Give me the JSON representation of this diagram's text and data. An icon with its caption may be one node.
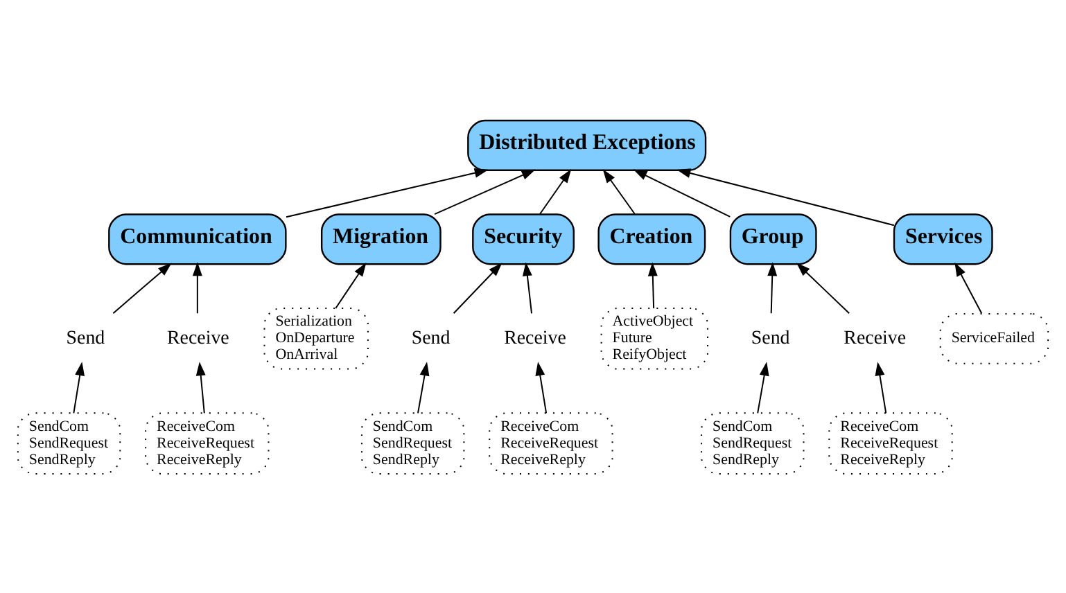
{
  "diagram": {
    "nodes": [
      {
        "text": [
          "Distributed Exceptions"
        ]
      },
      {
        "text": [
          "Communication"
        ]
      },
      {
        "text": [
          "Migration"
        ]
      },
      {
        "text": [
          "Security"
        ]
      },
      {
        "text": [
          "Creation"
        ]
      },
      {
        "text": [
          "Group"
        ]
      },
      {
        "text": [
          "Services"
        ]
      },
      {
        "text": [
          "Send"
        ]
      },
      {
        "text": [
          "Receive"
        ]
      },
      {
        "text": [
          "Serialization",
          "OnDeparture",
          "OnArrival"
        ]
      },
      {
        "text": [
          "Send"
        ]
      },
      {
        "text": [
          "Receive"
        ]
      },
      {
        "text": [
          "ActiveObject",
          "Future",
          "ReifyObject"
        ]
      },
      {
        "text": [
          "Send"
        ]
      },
      {
        "text": [
          "Receive"
        ]
      },
      {
        "text": [
          "ServiceFailed"
        ]
      },
      {
        "text": [
          "SendCom",
          "SendRequest",
          "SendReply"
        ]
      },
      {
        "text": [
          "ReceiveCom",
          "ReceiveRequest",
          "ReceiveReply"
        ]
      },
      {
        "text": [
          "SendCom",
          "SendRequest",
          "SendReply"
        ]
      },
      {
        "text": [
          "ReceiveCom",
          "ReceiveRequest",
          "ReceiveReply"
        ]
      },
      {
        "text": [
          "SendCom",
          "SendRequest",
          "SendReply"
        ]
      },
      {
        "text": [
          "ReceiveCom",
          "ReceiveRequest",
          "ReceiveReply"
        ]
      }
    ],
    "edges": [
      {
        "from": 1,
        "to": 0,
        "arrow": "to"
      },
      {
        "from": 2,
        "to": 0,
        "arrow": "to"
      },
      {
        "from": 3,
        "to": 0,
        "arrow": "to"
      },
      {
        "from": 4,
        "to": 0,
        "arrow": "to"
      },
      {
        "from": 5,
        "to": 0,
        "arrow": "to"
      },
      {
        "from": 6,
        "to": 0,
        "arrow": "to"
      },
      {
        "from": 7,
        "to": 1,
        "arrow": "to"
      },
      {
        "from": 8,
        "to": 1,
        "arrow": "to"
      },
      {
        "from": 9,
        "to": 2,
        "arrow": "to"
      },
      {
        "from": 10,
        "to": 3,
        "arrow": "to"
      },
      {
        "from": 11,
        "to": 3,
        "arrow": "to"
      },
      {
        "from": 12,
        "to": 4,
        "arrow": "to"
      },
      {
        "from": 13,
        "to": 5,
        "arrow": "to"
      },
      {
        "from": 14,
        "to": 5,
        "arrow": "to"
      },
      {
        "from": 15,
        "to": 6,
        "arrow": "to"
      },
      {
        "from": 16,
        "to": 7,
        "arrow": "to"
      },
      {
        "from": 17,
        "to": 8,
        "arrow": "to"
      },
      {
        "from": 18,
        "to": 10,
        "arrow": "to"
      },
      {
        "from": 19,
        "to": 11,
        "arrow": "to"
      },
      {
        "from": 20,
        "to": 13,
        "arrow": "to"
      },
      {
        "from": 21,
        "to": 14,
        "arrow": "to"
      }
    ]
  }
}
